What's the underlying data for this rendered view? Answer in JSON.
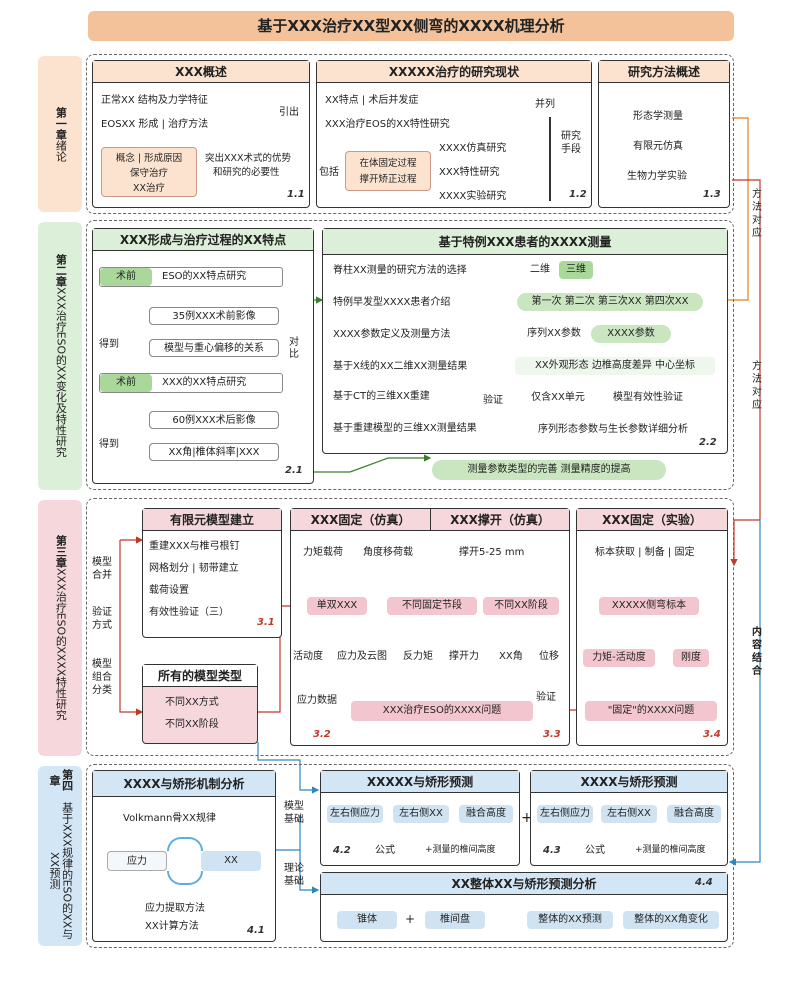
{
  "title": "基于XXX治疗XX型XX侧弯的XXXX机理分析",
  "chapters": {
    "c1": {
      "label": "第一章",
      "sub": "绪论"
    },
    "c2": {
      "label": "第二章",
      "sub": "XXX治疗ESO的XX变化及特性研究"
    },
    "c3": {
      "label": "第三章",
      "sub": "XXX治疗ESO的XXXX特性研究"
    },
    "c4": {
      "label": "第四章",
      "sub": "基于XXX规律的ESO的XX与XX预测"
    }
  },
  "sec1": {
    "b1": {
      "title": "XXX概述",
      "l1": "正常XX  结构及力学特征",
      "l2": "EOSXX  形成 | 治疗方法",
      "yin": "引出",
      "ora1": "概念 | 形成原因",
      "ora2": "保守治疗",
      "ora3": "XX治疗",
      "tu1": "突出XXX术式的优势",
      "tu2": "和研究的必要性",
      "num": "1.1"
    },
    "b2": {
      "title": "XXXXX治疗的研究现状",
      "l1": "XX特点 | 术后并发症",
      "l2": "XXX治疗EOS的XX特性研究",
      "bao": "包括",
      "ora1": "在体固定过程",
      "ora2": "撑开矫正过程",
      "r1": "XXXX仿真研究",
      "r2": "XXX特性研究",
      "r3": "XXXX实验研究",
      "bl": "并列",
      "yj1": "研究",
      "yj2": "手段",
      "num": "1.2"
    },
    "b3": {
      "title": "研究方法概述",
      "m1": "形态学测量",
      "m2": "有限元仿真",
      "m3": "生物力学实验",
      "num": "1.3"
    },
    "ff1": "方法对应",
    "ff2": "方法对应",
    "nr": "内容结合"
  },
  "sec2": {
    "left": {
      "title": "XXX形成与治疗过程的XX特点",
      "tag1": "术前",
      "txt1": "ESO的XX特点研究",
      "p1": "35例XXX术前影像",
      "dd1": "得到",
      "p2": "模型与重心偏移的关系",
      "tag2": "术前",
      "txt2": "XXX的XX特点研究",
      "p3": "60例XXX术后影像",
      "dd2": "得到",
      "p4": "XX角|椎体斜率|XXX",
      "dui": "对比",
      "num": "2.1"
    },
    "right": {
      "title": "基于特例XXX患者的XXXX测量",
      "rows": [
        "脊柱XX测量的研究方法的选择",
        "特例早发型XXXX患者介绍",
        "XXXX参数定义及测量方法",
        "基于X线的XX二维XX测量结果",
        "基于CT的三维XX重建",
        "基于重建模型的三维XX测量结果"
      ],
      "verify": "验证",
      "d2": "二维",
      "d3": "三维",
      "times": [
        "第一次",
        "第二次",
        "第三次XX",
        "第四次XX"
      ],
      "seq": "序列XX参数",
      "seq2": "XXXX参数",
      "ap1": "XX外观形态",
      "ap2": "边椎高度差异",
      "ap3": "中心坐标",
      "only": "仅含XX单元",
      "valid": "模型有效性验证",
      "detail": "序列形态参数与生长参数详细分析",
      "num": "2.2"
    },
    "bottom": "测量参数类型的完善  测量精度的提高"
  },
  "sec3": {
    "side1": "模型合并",
    "side2": "验证方式",
    "side3": "模型组合分类",
    "fe": {
      "title": "有限元模型建立",
      "l1": "重建XXX与椎弓根钉",
      "l2": "网格划分 | 韧带建立",
      "l3": "载荷设置",
      "l4": "有效性验证（三）",
      "num": "3.1"
    },
    "types": {
      "title": "所有的模型类型",
      "l1": "不同XX方式",
      "l2": "不同XX阶段"
    },
    "fix": {
      "title": "XXX固定（仿真）",
      "a": "力矩载荷",
      "b": "角度移荷载",
      "c": "单双XXX",
      "d": "不同固定节段"
    },
    "spread": {
      "title": "XXX撑开（仿真）",
      "a": "撑开5-25 mm",
      "b": "不同XX阶段"
    },
    "outs": [
      "活动度",
      "应力及云图",
      "反力矩",
      "撑开力",
      "XX角",
      "位移"
    ],
    "stress": "应力数据",
    "problem": "XXX治疗ESO的XXXX问题",
    "num2": "3.2",
    "num3": "3.3",
    "exp": {
      "title": "XXX固定（实验）",
      "a": "标本获取 | 制备 | 固定",
      "b": "XXXXX侧弯标本",
      "c": "力矩-活动度",
      "d": "刚度",
      "e": "\"固定\"的XXXX问题",
      "verify": "验证",
      "num": "3.4"
    }
  },
  "sec4": {
    "mech": {
      "title": "XXXX与矫形机制分析",
      "law": "Volkmann骨XX规律",
      "yl": "应力",
      "xx": "XX",
      "m1": "应力提取方法",
      "m2": "XX计算方法",
      "num": "4.1"
    },
    "side1": "模型基础",
    "side2": "理论基础",
    "p1": {
      "title": "XXXXX与矫形预测",
      "a": "左右侧应力",
      "b": "左右侧XX",
      "c": "融合高度",
      "f": "公式",
      "g": "+测量的椎间高度",
      "num": "4.2"
    },
    "plus": "+",
    "p2": {
      "title": "XXXX与矫形预测",
      "a": "左右侧应力",
      "b": "左右侧XX",
      "c": "融合高度",
      "f": "公式",
      "g": "+测量的椎间高度",
      "num": "4.3"
    },
    "whole": {
      "title": "XX整体XX与矫形预测分析",
      "a": "锥体",
      "plus": "+",
      "b": "椎间盘",
      "c": "整体的XX预测",
      "d": "整体的XX角变化",
      "num": "4.4"
    }
  }
}
